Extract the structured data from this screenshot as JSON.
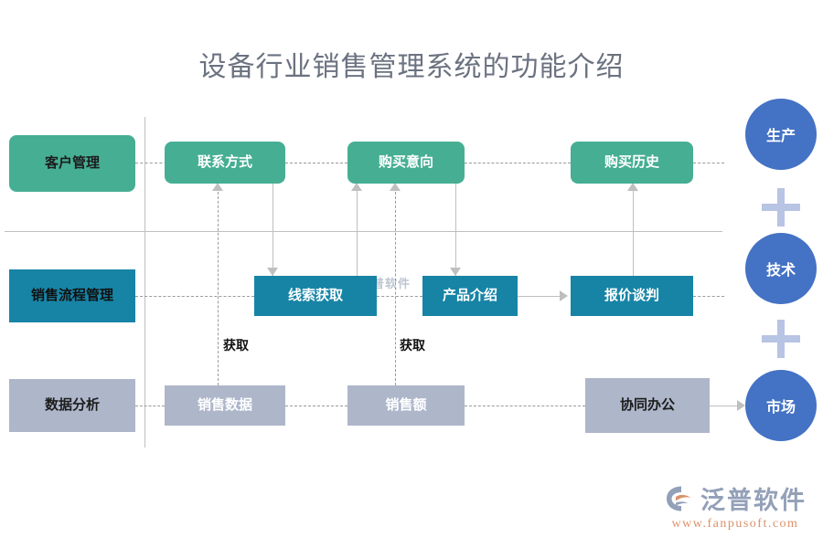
{
  "page": {
    "title": "设备行业销售管理系统的功能介绍",
    "background": "#ffffff"
  },
  "colors": {
    "green": "#46AE93",
    "blue": "#1784A6",
    "gray": "#AEB6CA",
    "circle_blue": "#4472C4",
    "plus_blue": "#B8C4E3",
    "line": "#bfbfbf",
    "dash": "#9a9a9a",
    "title_text": "#6b7280"
  },
  "rows": [
    {
      "id": "row-customer",
      "label": "客户管理",
      "category_style": "green",
      "nodes": [
        {
          "id": "contact-method",
          "label": "联系方式"
        },
        {
          "id": "purchase-intent",
          "label": "购买意向"
        },
        {
          "id": "purchase-history",
          "label": "购买历史"
        }
      ]
    },
    {
      "id": "row-sales-process",
      "label": "销售流程管理",
      "category_style": "blue",
      "nodes": [
        {
          "id": "lead-acquisition",
          "label": "线索获取"
        },
        {
          "id": "product-intro",
          "label": "产品介绍"
        },
        {
          "id": "quote-negotiation",
          "label": "报价谈判"
        }
      ]
    },
    {
      "id": "row-data-analysis",
      "label": "数据分析",
      "category_style": "gray",
      "nodes": [
        {
          "id": "sales-data",
          "label": "销售数据"
        },
        {
          "id": "sales-amount",
          "label": "销售额"
        },
        {
          "id": "collaborative-office",
          "label": "协同办公"
        }
      ]
    }
  ],
  "edge_labels": [
    {
      "id": "acquire-1",
      "label": "获取"
    },
    {
      "id": "acquire-2",
      "label": "获取"
    }
  ],
  "circles": [
    {
      "id": "production",
      "label": "生产"
    },
    {
      "id": "technology",
      "label": "技术"
    },
    {
      "id": "market",
      "label": "市场"
    }
  ],
  "connectors": [
    {
      "id": "plus-1",
      "icon": "plus-icon"
    },
    {
      "id": "plus-2",
      "icon": "plus-icon"
    }
  ],
  "watermark": {
    "brand": "泛普软件",
    "url": "www.fanpusoft.com"
  }
}
